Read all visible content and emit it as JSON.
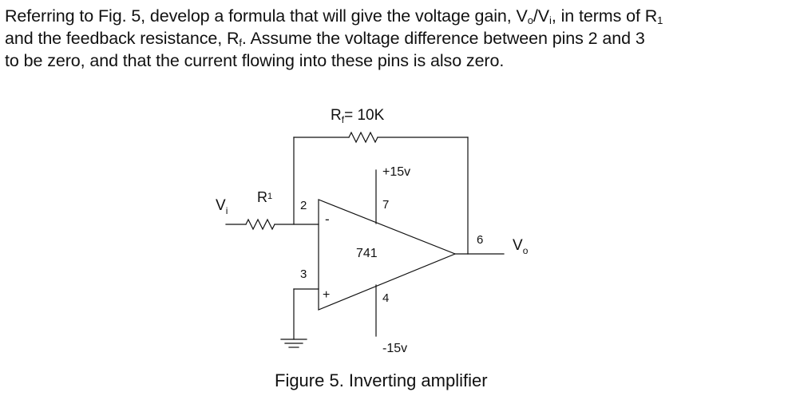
{
  "question": {
    "line1": {
      "before_vo": "Referring to Fig. 5, develop a formula that will give the voltage gain, V",
      "vo_sub": "o",
      "slash": "/V",
      "vi_sub": "i",
      "after_vi": ", in terms of R",
      "r_sub": "1"
    },
    "line2": {
      "before_rf": "and the feedback resistance, R",
      "rf_sub": "f",
      "after_rf": ".  Assume the voltage difference between pins 2 and 3"
    },
    "line3": "to be zero, and that the current flowing into these pins is also zero."
  },
  "circuit": {
    "rf_label": {
      "main": "R",
      "sub": "f",
      "value": "= 10K"
    },
    "r1_label": {
      "main": "R",
      "sub": "1"
    },
    "vi_label": {
      "main": "V",
      "sub": "i"
    },
    "vo_label": {
      "main": "V",
      "sub": "o"
    },
    "pin2": "2",
    "pin3": "3",
    "pin4": "4",
    "pin6": "6",
    "pin7": "7",
    "inverting_sign": "-",
    "noninverting_sign": "+",
    "opamp_label": "741",
    "pos_supply": "+15v",
    "neg_supply": "-15v"
  },
  "caption": "Figure 5. Inverting amplifier"
}
